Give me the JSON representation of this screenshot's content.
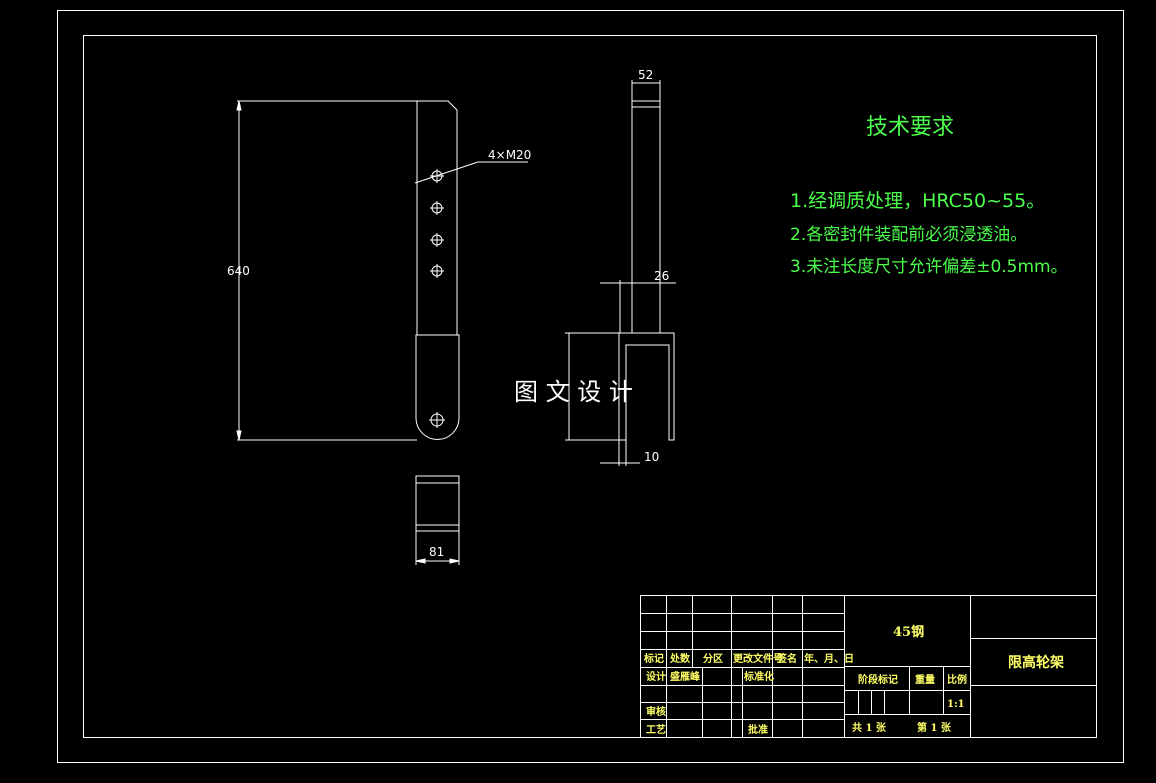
{
  "drawing": {
    "watermark": "图 文 设 计",
    "dimensions": {
      "height": "640",
      "thread": "4×M20",
      "top_width": "52",
      "thickness": "26",
      "gap": "10",
      "bottom_width": "81"
    }
  },
  "requirements": {
    "title": "技术要求",
    "items": [
      "1.经调质处理，HRC50~55。",
      "2.各密封件装配前必须浸透油。",
      "3.未注长度尺寸允许偏差±0.5mm。"
    ]
  },
  "title_block": {
    "material": "45钢",
    "part_name": "限高轮架",
    "header_cells": [
      "标记",
      "处数",
      "分区",
      "更改文件号",
      "签名",
      "年、月、日"
    ],
    "row_design": "设计",
    "designer": "盛雁峰",
    "standardize": "标准化",
    "review": "审核",
    "process": "工艺",
    "approve": "批准",
    "stage_mark": "阶段标记",
    "weight": "重量",
    "scale_label": "比例",
    "scale_value": "1:1",
    "sheet_total": "共  1  张",
    "sheet_no": "第  1  张"
  },
  "colors": {
    "background": "#000000",
    "lines": "#ffffff",
    "annotation": "#4cff4c",
    "title_block_text": "#ffff66"
  }
}
